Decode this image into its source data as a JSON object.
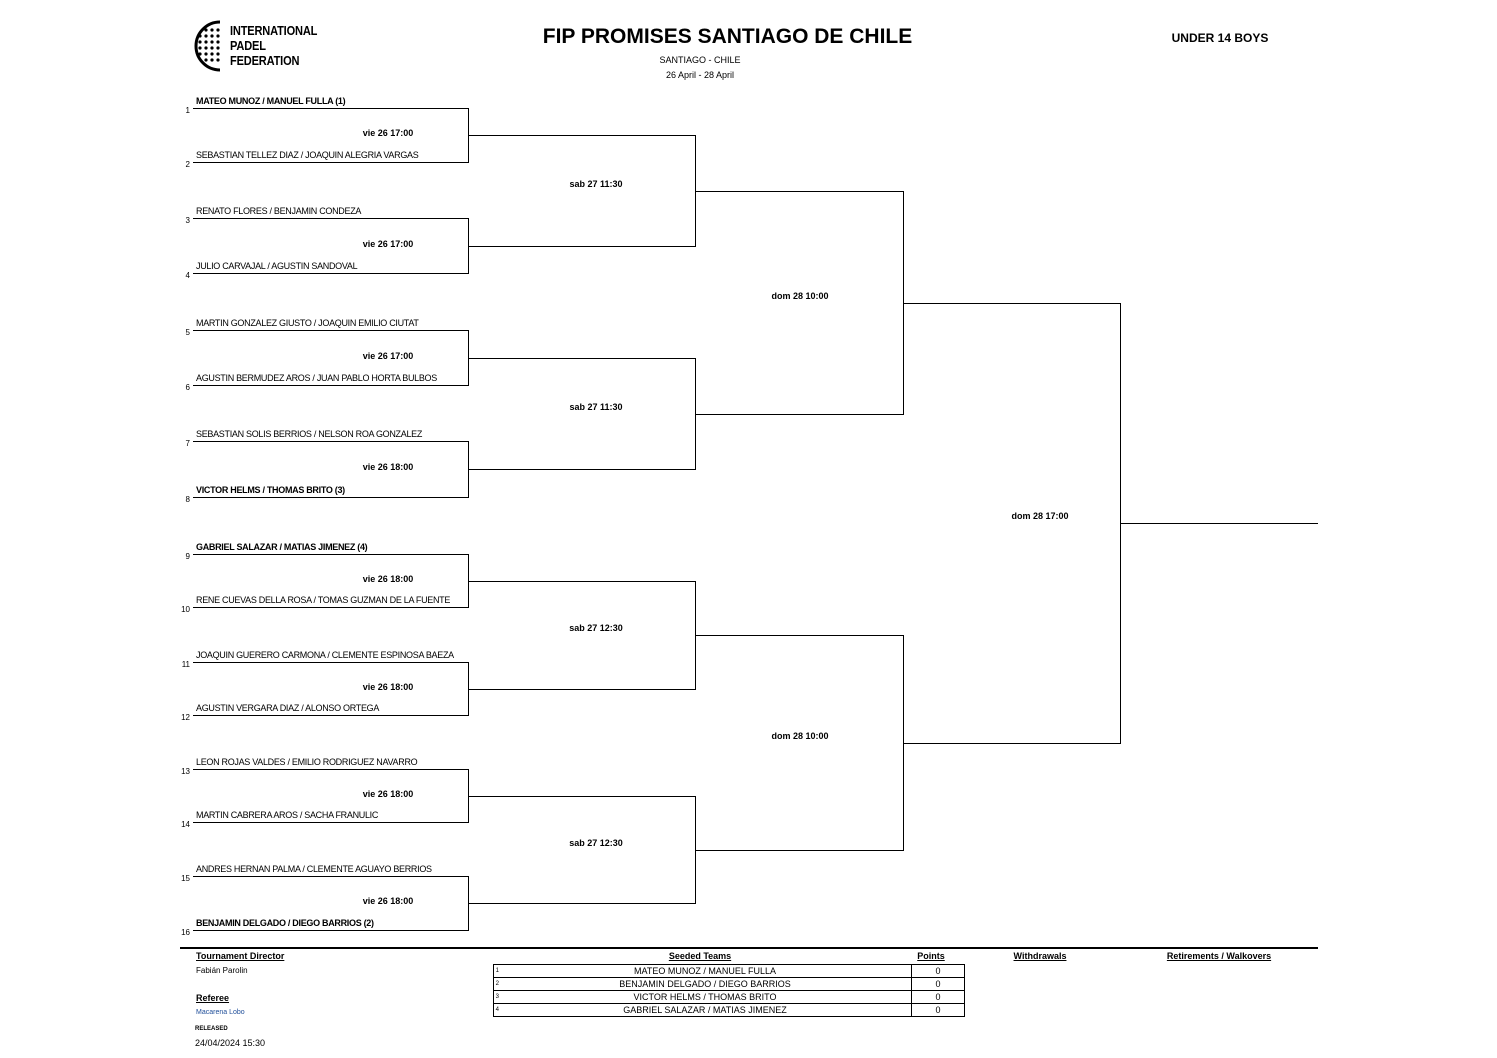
{
  "logo": {
    "lines": [
      "INTERNATIONAL",
      "PADEL",
      "FEDERATION"
    ],
    "icon": "padel-ball-icon"
  },
  "header": {
    "title": "FIP PROMISES SANTIAGO DE CHILE",
    "category": "UNDER 14 BOYS",
    "location": "SANTIAGO - CHILE",
    "dates": "26 April - 28 April"
  },
  "draw": {
    "entries": [
      {
        "num": "1",
        "team": "MATEO MUNOZ / MANUEL FULLA (1)",
        "seeded": true
      },
      {
        "num": "2",
        "team": "SEBASTIAN TELLEZ DIAZ / JOAQUIN ALEGRIA VARGAS",
        "seeded": false
      },
      {
        "num": "3",
        "team": "RENATO FLORES / BENJAMIN CONDEZA",
        "seeded": false
      },
      {
        "num": "4",
        "team": "JULIO CARVAJAL / AGUSTIN SANDOVAL",
        "seeded": false
      },
      {
        "num": "5",
        "team": "MARTIN GONZALEZ GIUSTO / JOAQUIN EMILIO CIUTAT",
        "seeded": false
      },
      {
        "num": "6",
        "team": "AGUSTIN BERMUDEZ AROS / JUAN PABLO HORTA BULBOS",
        "seeded": false
      },
      {
        "num": "7",
        "team": "SEBASTIAN SOLIS BERRIOS / NELSON ROA GONZALEZ",
        "seeded": false
      },
      {
        "num": "8",
        "team": "VICTOR HELMS / THOMAS BRITO (3)",
        "seeded": true
      },
      {
        "num": "9",
        "team": "GABRIEL SALAZAR / MATIAS JIMENEZ (4)",
        "seeded": true
      },
      {
        "num": "10",
        "team": "RENE CUEVAS DELLA ROSA / TOMAS GUZMAN DE LA FUENTE",
        "seeded": false
      },
      {
        "num": "11",
        "team": "JOAQUIN GUERERO CARMONA / CLEMENTE ESPINOSA BAEZA",
        "seeded": false
      },
      {
        "num": "12",
        "team": "AGUSTIN VERGARA DIAZ / ALONSO ORTEGA",
        "seeded": false
      },
      {
        "num": "13",
        "team": "LEON ROJAS VALDES / EMILIO RODRIGUEZ NAVARRO",
        "seeded": false
      },
      {
        "num": "14",
        "team": "MARTIN CABRERA AROS / SACHA FRANULIC",
        "seeded": false
      },
      {
        "num": "15",
        "team": "ANDRES HERNAN PALMA  / CLEMENTE AGUAYO BERRIOS",
        "seeded": false
      },
      {
        "num": "16",
        "team": "BENJAMIN DELGADO / DIEGO BARRIOS (2)",
        "seeded": true
      }
    ],
    "round1_times": [
      "vie 26  17:00",
      "vie 26  17:00",
      "vie 26  17:00",
      "vie 26  18:00",
      "vie 26  18:00",
      "vie 26  18:00",
      "vie 26  18:00",
      "vie 26  18:00"
    ],
    "quarter_times": [
      "sab 27 11:30",
      "sab 27 11:30",
      "sab 27 12:30",
      "sab 27 12:30"
    ],
    "semi_times": [
      "dom 28 10:00",
      "dom 28 10:00"
    ],
    "final_time": "dom 28 17:00"
  },
  "footer": {
    "director_label": "Tournament Director",
    "director_name": "Fabián Parolin",
    "referee_label": "Referee",
    "referee_name": "Macarena Lobo",
    "released_label": "RELEASED",
    "released_date": "24/04/2024 15:30",
    "seeded_label": "Seeded Teams",
    "points_label": "Points",
    "withdrawals_label": "Withdrawals",
    "retirements_label": "Retirements / Walkovers",
    "seeded_teams": [
      {
        "num": "1",
        "name": "MATEO MUNOZ / MANUEL FULLA",
        "points": "0"
      },
      {
        "num": "2",
        "name": "BENJAMIN DELGADO / DIEGO BARRIOS",
        "points": "0"
      },
      {
        "num": "3",
        "name": "VICTOR HELMS / THOMAS BRITO",
        "points": "0"
      },
      {
        "num": "4",
        "name": "GABRIEL SALAZAR / MATIAS JIMENEZ",
        "points": "0"
      }
    ]
  },
  "colors": {
    "referee_name": "#1f4e99"
  }
}
